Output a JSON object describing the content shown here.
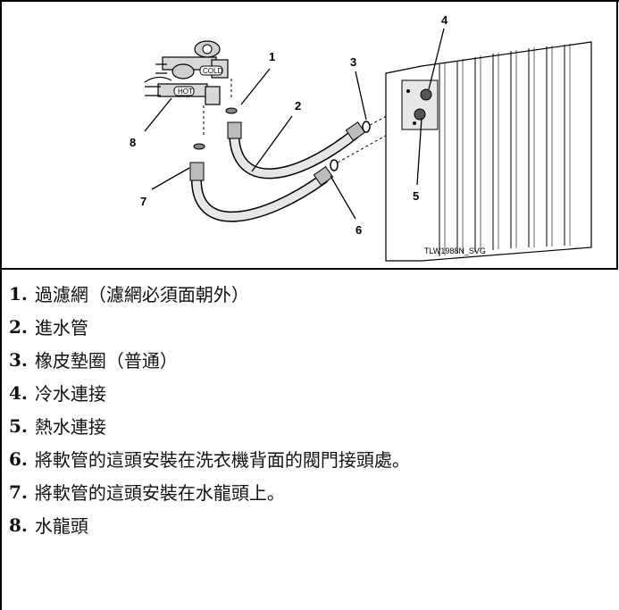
{
  "diagram": {
    "callouts": [
      "1",
      "2",
      "3",
      "4",
      "5",
      "6",
      "7",
      "8"
    ],
    "faucet_labels": {
      "cold": "COLD",
      "hot": "HOT"
    },
    "figure_id": "TLW1988N_SVG"
  },
  "legend": [
    {
      "num": "1.",
      "text": "過濾網（濾網必須面朝外）"
    },
    {
      "num": "2.",
      "text": "進水管"
    },
    {
      "num": "3.",
      "text": "橡皮墊圈（普通）"
    },
    {
      "num": "4.",
      "text": "冷水連接"
    },
    {
      "num": "5.",
      "text": "熱水連接"
    },
    {
      "num": "6.",
      "text": "將軟管的這頭安裝在洗衣機背面的閥門接頭處。"
    },
    {
      "num": "7.",
      "text": "將軟管的這頭安裝在水龍頭上。"
    },
    {
      "num": "8.",
      "text": "水龍頭"
    }
  ]
}
